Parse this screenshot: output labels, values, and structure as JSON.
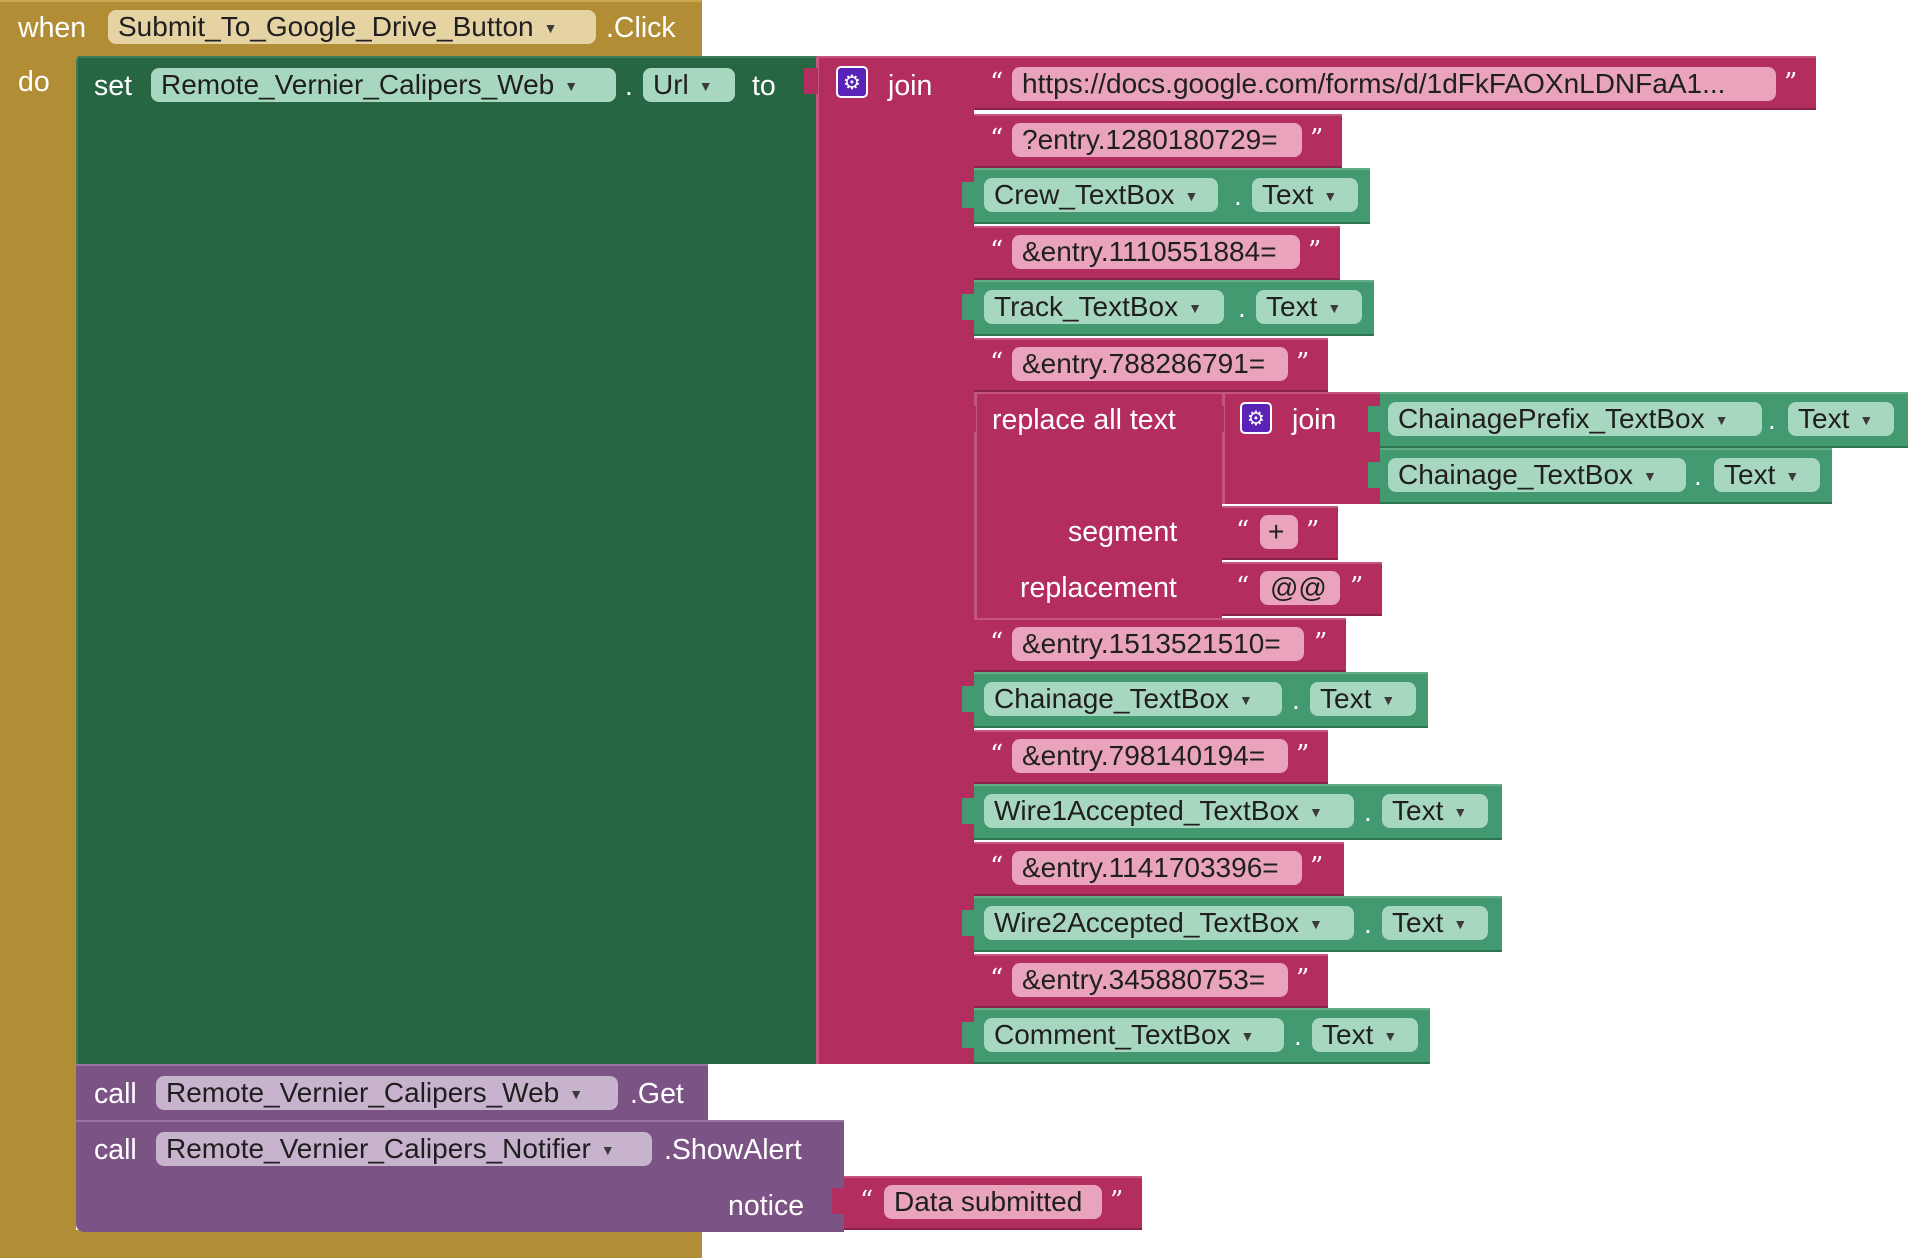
{
  "event": {
    "when": "when",
    "component": "Submit_To_Google_Drive_Button",
    "event_name": ".Click",
    "do": "do"
  },
  "set_block": {
    "set": "set",
    "component": "Remote_Vernier_Calipers_Web",
    "dot": ".",
    "property": "Url",
    "to": "to"
  },
  "join_main": {
    "label": "join"
  },
  "texts": {
    "url": "https://docs.google.com/forms/d/1dFkFAOXnLDNFaA1...",
    "e1": "?entry.1280180729=",
    "e2": "&entry.1110551884=",
    "e3": "&entry.788286791=",
    "e4": "&entry.1513521510=",
    "e5": "&entry.798140194=",
    "e6": "&entry.1141703396=",
    "e7": "&entry.345880753=",
    "open_quote": "“",
    "close_quote": "”"
  },
  "getters": {
    "crew": "Crew_TextBox",
    "track": "Track_TextBox",
    "chainage_prefix": "ChainagePrefix_TextBox",
    "chainage_in_join": "Chainage_TextBox",
    "chainage": "Chainage_TextBox",
    "wire1": "Wire1Accepted_TextBox",
    "wire2": "Wire2Accepted_TextBox",
    "comment": "Comment_TextBox",
    "prop": "Text",
    "dot": "."
  },
  "replace": {
    "label": "replace all text",
    "join": "join",
    "segment_label": "segment",
    "segment_value": "+",
    "replacement_label": "replacement",
    "replacement_value": "@@"
  },
  "call_get": {
    "call": "call",
    "component": "Remote_Vernier_Calipers_Web",
    "method": ".Get"
  },
  "call_alert": {
    "call": "call",
    "component": "Remote_Vernier_Calipers_Notifier",
    "method": ".ShowAlert",
    "notice": "notice",
    "notice_value": "Data submitted"
  },
  "colors": {
    "event": "#b18e35",
    "setter": "#266643",
    "text": "#b32d5e",
    "component": "#439970",
    "call": "#7c5385"
  },
  "icons": {
    "dropdown": "dropdown-arrow-icon",
    "mutator": "gear-icon"
  }
}
